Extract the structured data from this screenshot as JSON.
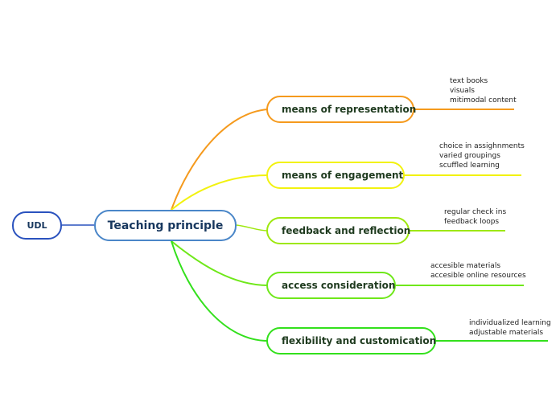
{
  "root": {
    "label": "UDL"
  },
  "center": {
    "label": "Teaching principle"
  },
  "branches": [
    {
      "label": "means of representation",
      "color": "#f59a1d",
      "notes": [
        "text books",
        "visuals",
        "mitimodal content"
      ]
    },
    {
      "label": "means of engagement",
      "color": "#f2f20f",
      "notes": [
        "choice in assighnments",
        "varied groupings",
        "scuffled learning"
      ]
    },
    {
      "label": "feedback and reflection",
      "color": "#9ee80e",
      "notes": [
        "regular check ins",
        "feedback loops"
      ]
    },
    {
      "label": "access consideration",
      "color": "#6fe81a",
      "notes": [
        "accesible materials",
        "accesible online resources"
      ]
    },
    {
      "label": "flexibility and customication",
      "color": "#33e01c",
      "notes": [
        "individualized learning",
        "adjustable materials"
      ]
    }
  ],
  "colors": {
    "root_border": "#2a52be",
    "center_border": "#4a86c8",
    "root_link": "#2a52be"
  }
}
